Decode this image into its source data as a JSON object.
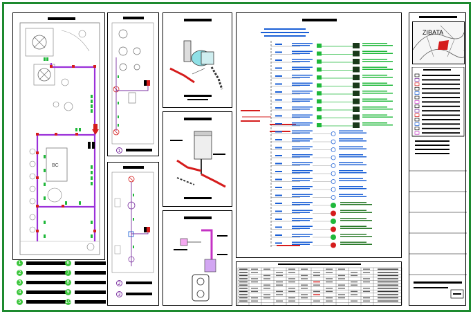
{
  "plan_title": "",
  "detail_numbers": [
    "1",
    "2",
    "3",
    "4",
    "5",
    "6",
    "7",
    "8",
    "9",
    "10"
  ],
  "small_plan_numbers": [
    "1",
    "2",
    "3"
  ],
  "minimap_label": "ZIBATA",
  "colors": {
    "frame_green": "#1d8a2f",
    "pipe_purple": "#9b30d9",
    "red": "#d51c1c",
    "green": "#1fb83a",
    "blue": "#1a5fd6",
    "magenta": "#c432c4"
  },
  "icons": [
    "pump-icon",
    "tank-icon",
    "valve-icon",
    "outlet-icon"
  ]
}
